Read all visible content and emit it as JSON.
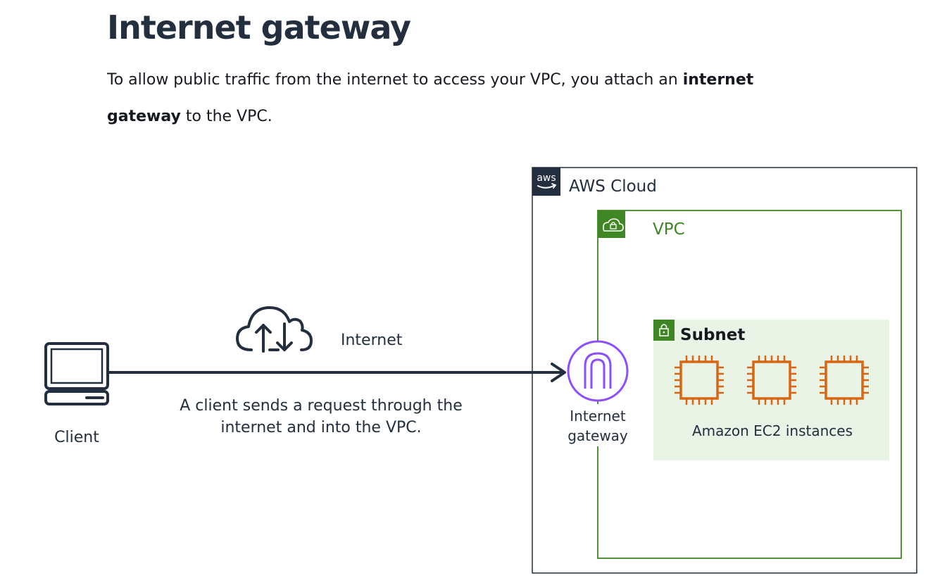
{
  "header": {
    "title": "Internet gateway"
  },
  "intro": {
    "text_before": "To allow public traffic from the internet to access your VPC, you attach an ",
    "bold_term": "internet gateway",
    "text_after": " to the VPC."
  },
  "diagram": {
    "client_label": "Client",
    "internet_label": "Internet",
    "request_caption_line1": "A client sends a request through the",
    "request_caption_line2": "internet and into the VPC.",
    "aws_badge_text": "aws",
    "aws_cloud_label": "AWS Cloud",
    "vpc_label": "VPC",
    "subnet_label": "Subnet",
    "gateway_label_line1": "Internet",
    "gateway_label_line2": "gateway",
    "ec2_label": "Amazon EC2 instances",
    "ec2_instance_count": 3,
    "icons": [
      "laptop-icon",
      "cloud-upload-download-icon",
      "aws-logo-icon",
      "vpc-cloud-lock-icon",
      "subnet-lock-icon",
      "internet-gateway-icon",
      "ec2-chip-icon"
    ],
    "colors": {
      "dark": "#232f3e",
      "vpc_green": "#3f8624",
      "subnet_fill": "#e9f3e6",
      "gateway_purple": "#8c4fff",
      "ec2_orange": "#d86613"
    }
  }
}
